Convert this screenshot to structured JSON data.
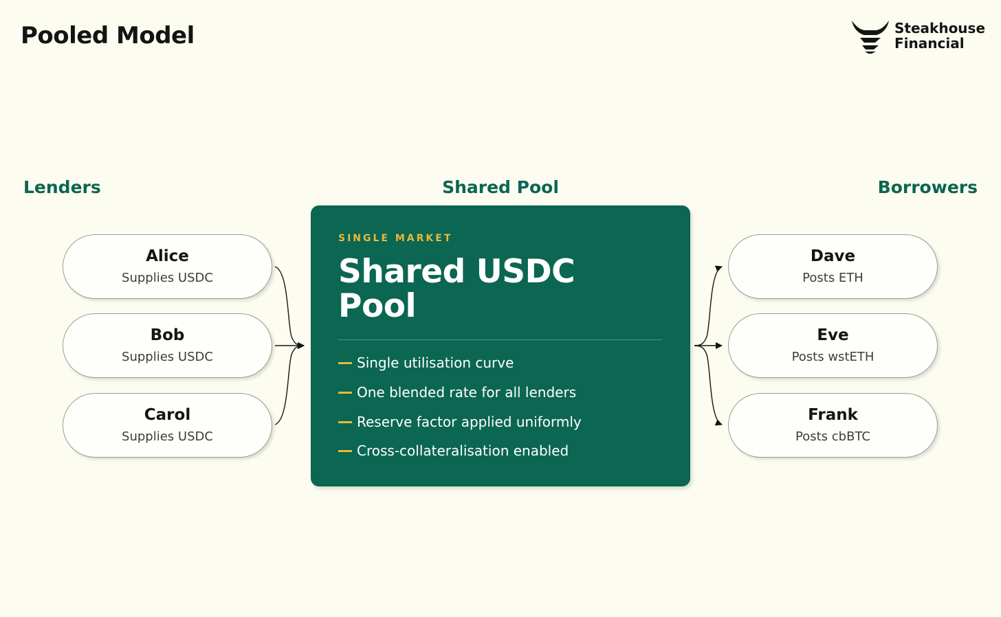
{
  "header": {
    "title": "Pooled Model",
    "brand": {
      "line1": "Steakhouse",
      "line2": "Financial",
      "logo_icon": "bull-horns-logo"
    }
  },
  "columns": {
    "lenders": "Lenders",
    "pool": "Shared Pool",
    "borrowers": "Borrowers"
  },
  "lenders": [
    {
      "name": "Alice",
      "detail": "Supplies USDC"
    },
    {
      "name": "Bob",
      "detail": "Supplies USDC"
    },
    {
      "name": "Carol",
      "detail": "Supplies USDC"
    }
  ],
  "pool": {
    "kicker": "SINGLE MARKET",
    "title": "Shared USDC Pool",
    "features": [
      "Single utilisation curve",
      "One blended rate for all lenders",
      "Reserve factor applied uniformly",
      "Cross-collateralisation enabled"
    ]
  },
  "borrowers": [
    {
      "name": "Dave",
      "detail": "Posts ETH"
    },
    {
      "name": "Eve",
      "detail": "Posts wstETH"
    },
    {
      "name": "Frank",
      "detail": "Posts cbBTC"
    }
  ],
  "colors": {
    "background": "#fdfcf0",
    "accent_green": "#0b6652",
    "accent_gold": "#e9b93e",
    "text": "#141414"
  }
}
